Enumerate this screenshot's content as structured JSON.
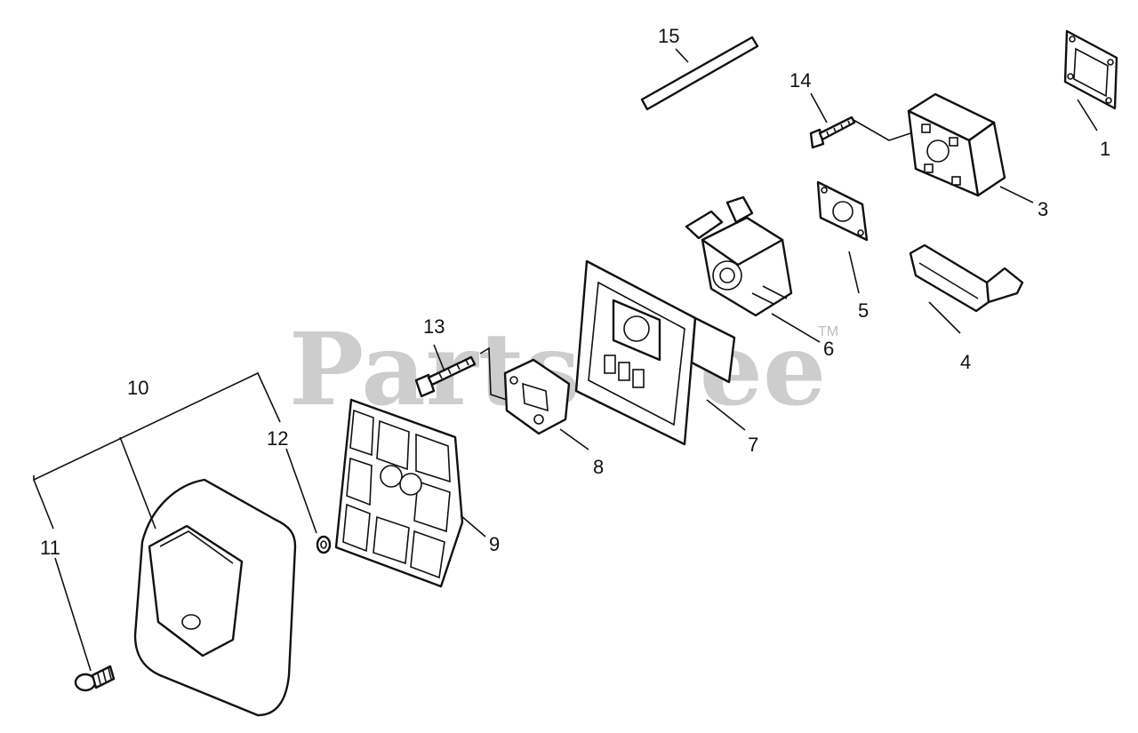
{
  "watermark": {
    "text": "PartsTree",
    "trademark": "TM"
  },
  "colors": {
    "ink": "#111111",
    "watermark": "#bdbdbd",
    "background": "#ffffff"
  },
  "callouts": [
    {
      "id": "1",
      "label": "1"
    },
    {
      "id": "3",
      "label": "3"
    },
    {
      "id": "4",
      "label": "4"
    },
    {
      "id": "5",
      "label": "5"
    },
    {
      "id": "6",
      "label": "6"
    },
    {
      "id": "7",
      "label": "7"
    },
    {
      "id": "8",
      "label": "8"
    },
    {
      "id": "9",
      "label": "9"
    },
    {
      "id": "10",
      "label": "10"
    },
    {
      "id": "11",
      "label": "11"
    },
    {
      "id": "12",
      "label": "12"
    },
    {
      "id": "13",
      "label": "13"
    },
    {
      "id": "14",
      "label": "14"
    },
    {
      "id": "15",
      "label": "15"
    }
  ]
}
